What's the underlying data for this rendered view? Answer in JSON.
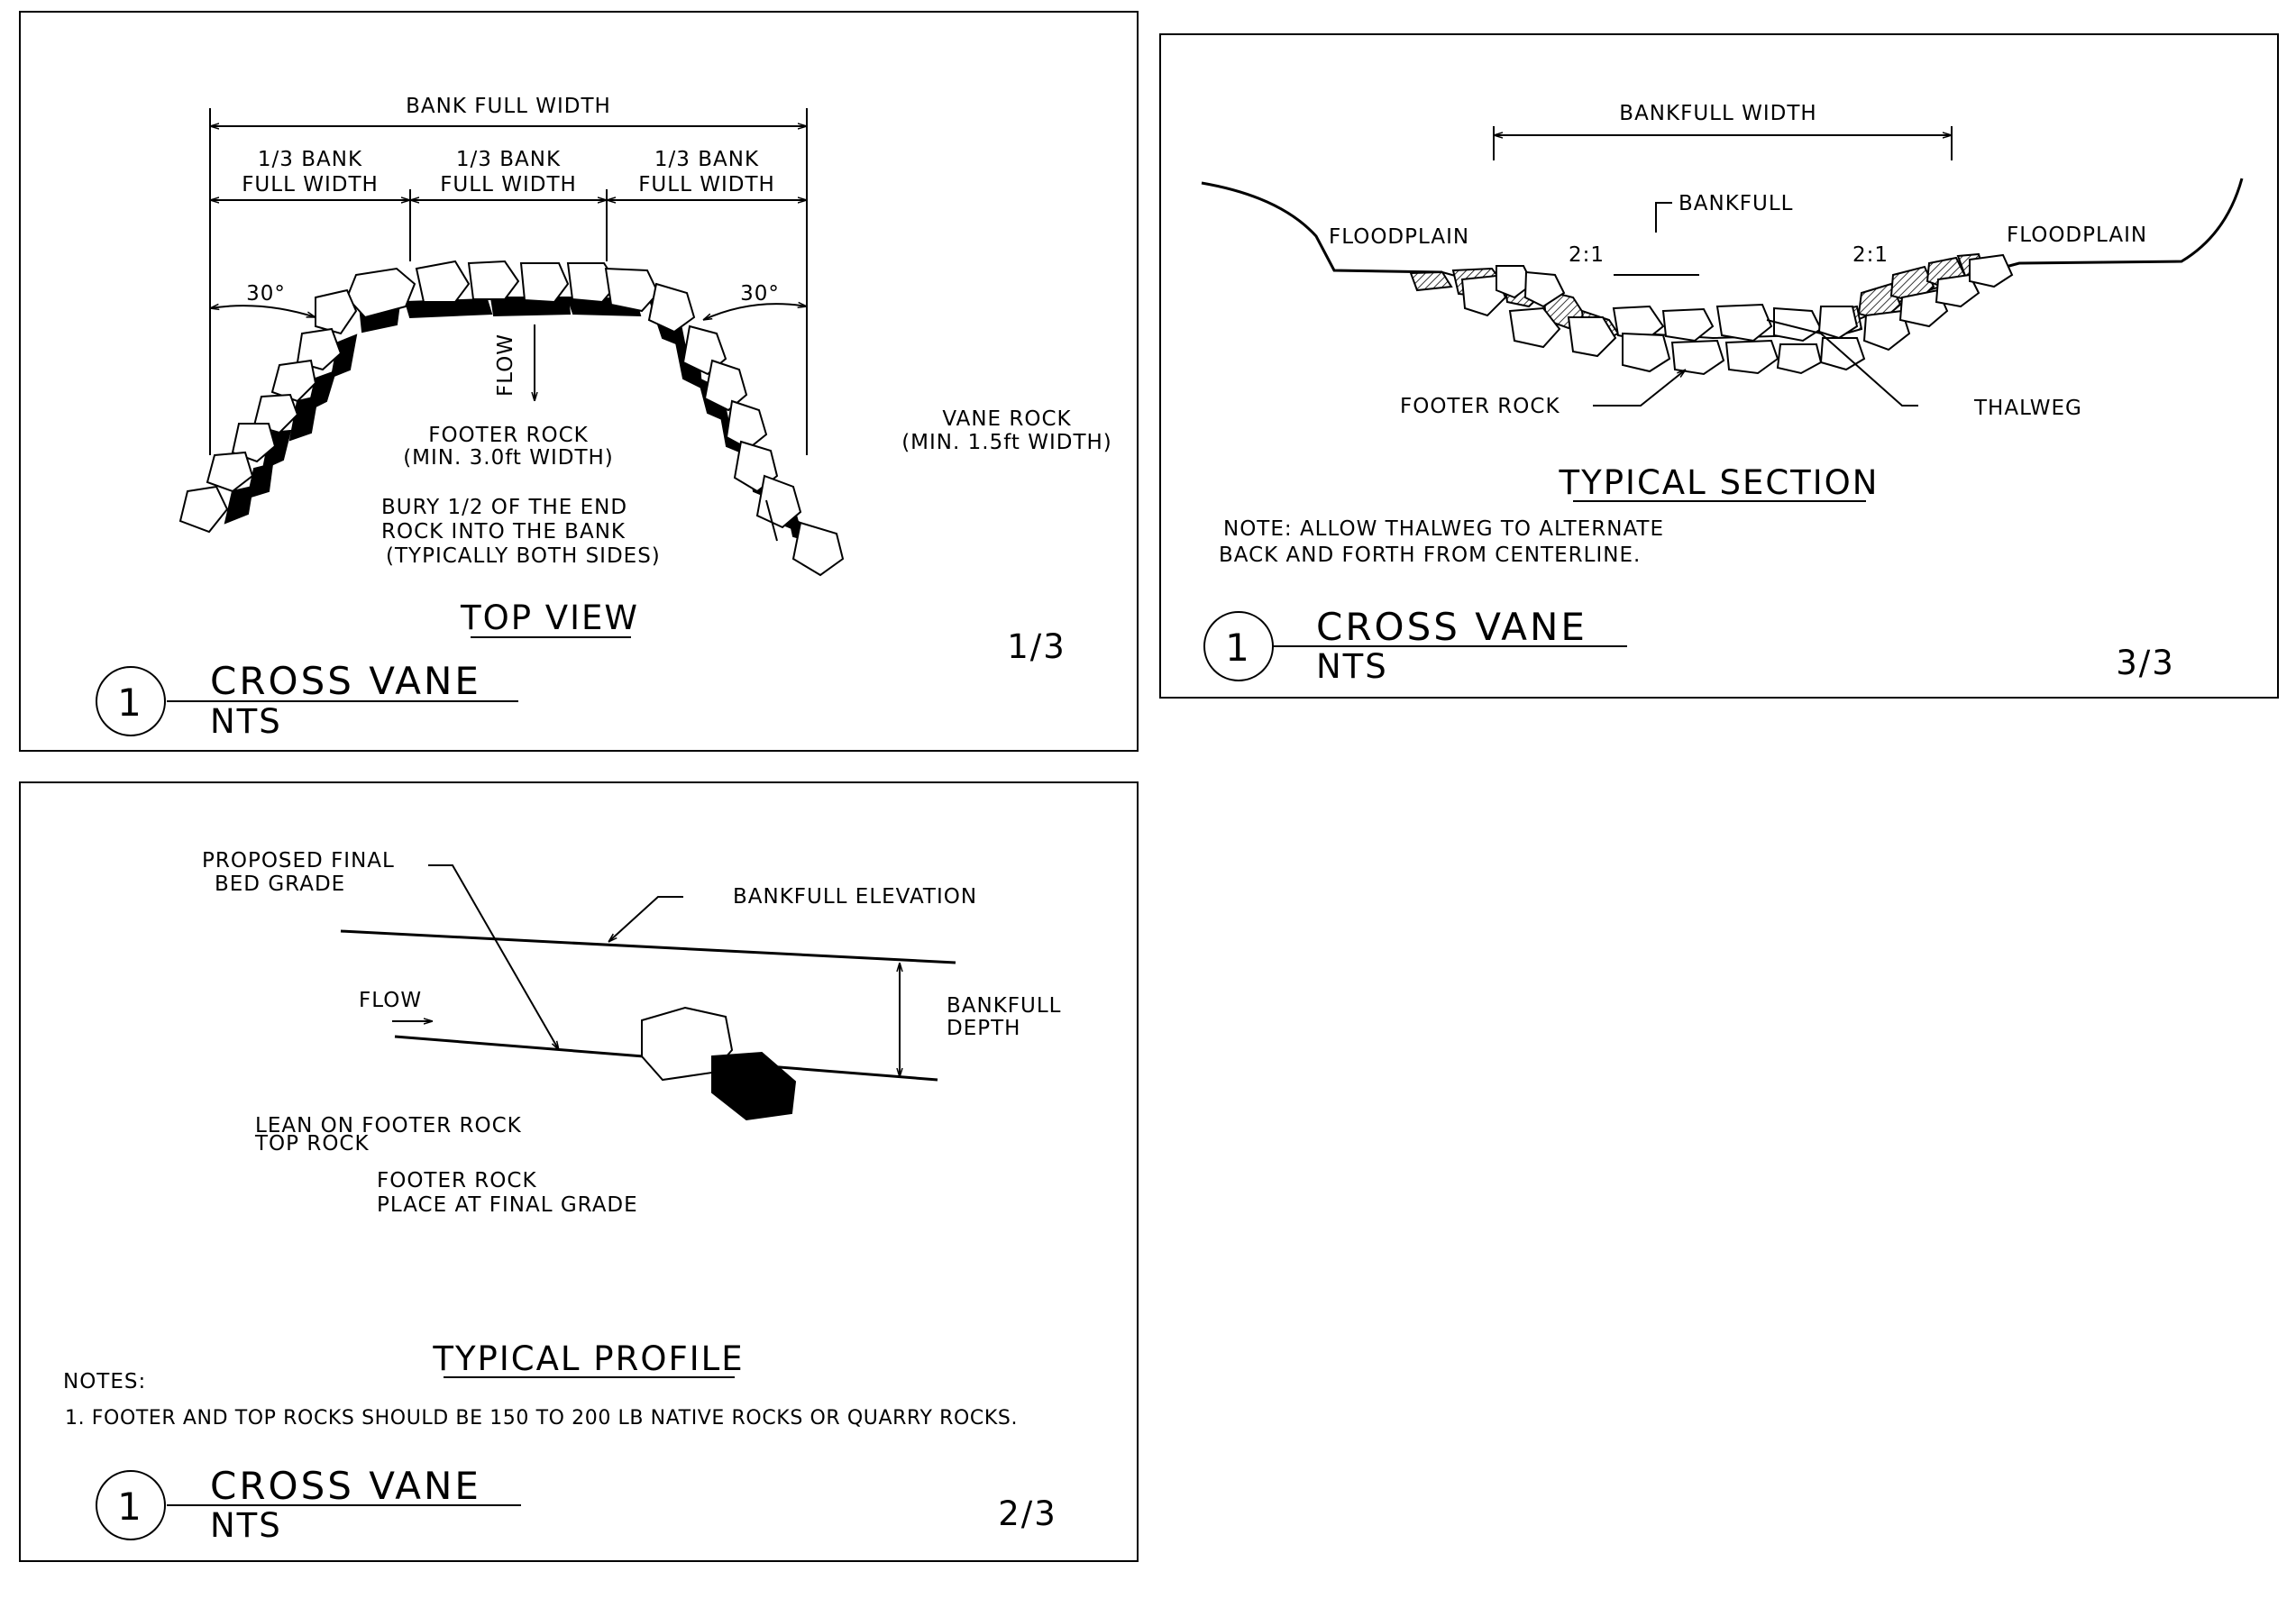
{
  "panel1": {
    "dim_overall": "BANK FULL WIDTH",
    "dim_third_line1": "1/3 BANK",
    "dim_third_line2": "FULL WIDTH",
    "angle": "30°",
    "flow": "FLOW",
    "footer_rock_line1": "FOOTER  ROCK",
    "footer_rock_line2": "(MIN. 3.0ft  WIDTH)",
    "bury_line1": "BURY 1/2 OF THE END",
    "bury_line2": "ROCK INTO THE BANK",
    "bury_line3": "(TYPICALLY BOTH SIDES)",
    "vane_rock_line1": "VANE ROCK",
    "vane_rock_line2": "(MIN. 1.5ft  WIDTH)",
    "view_title": "TOP  VIEW",
    "sheet_no": "1/3",
    "detail_no": "1",
    "detail_title": "CROSS  VANE",
    "scale": "NTS"
  },
  "panel2": {
    "bankfull_width": "BANKFULL  WIDTH",
    "bankfull": "BANKFULL",
    "floodplain_left": "FLOODPLAIN",
    "floodplain_right": "FLOODPLAIN",
    "slope_left": "2:1",
    "slope_right": "2:1",
    "footer_rock": "FOOTER ROCK",
    "thalweg": "THALWEG",
    "section_title": "TYPICAL  SECTION",
    "note_line1": "NOTE: ALLOW  THALWEG  TO  ALTERNATE",
    "note_line2": "BACK  AND  FORTH  FROM  CENTERLINE.",
    "detail_no": "1",
    "detail_title": "CROSS  VANE",
    "scale": "NTS",
    "sheet_no": "3/3"
  },
  "panel3": {
    "proposed_line1": "PROPOSED  FINAL",
    "proposed_line2": "BED  GRADE",
    "bankfull_elevation": "BANKFULL  ELEVATION",
    "flow": "FLOW",
    "bankfull_depth_line1": "BANKFULL",
    "bankfull_depth_line2": "DEPTH",
    "lean_line1": "LEAN  ON  FOOTER  ROCK",
    "lean_line2": "TOP  ROCK",
    "footer_line1": "FOOTER  ROCK",
    "footer_line2": "PLACE  AT  FINAL  GRADE",
    "profile_title": "TYPICAL  PROFILE",
    "notes_heading": "NOTES:",
    "note1": "1. FOOTER  AND  TOP  ROCKS  SHOULD  BE  150  TO  200  LB  NATIVE  ROCKS  OR  QUARRY  ROCKS.",
    "detail_no": "1",
    "detail_title": "CROSS  VANE",
    "scale": "NTS",
    "sheet_no": "2/3"
  }
}
